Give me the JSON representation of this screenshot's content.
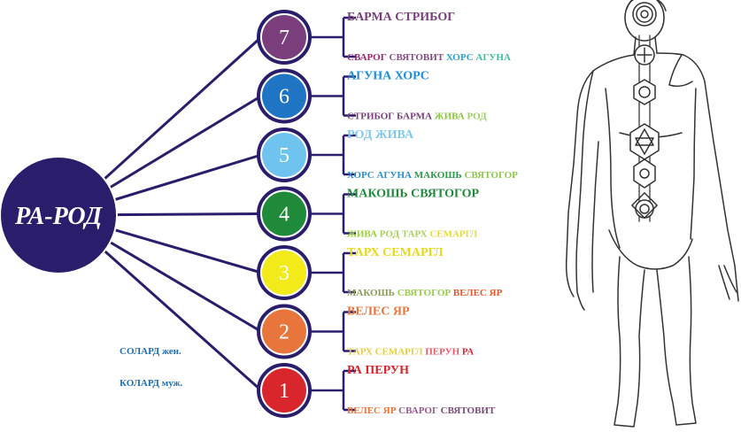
{
  "root": {
    "label": "РА-РОД",
    "color": "#2a1d6b"
  },
  "line_color": "#2a1d6b",
  "legend": [
    "СОЛАРД жен.",
    "КОЛАРД муж."
  ],
  "chakras": [
    {
      "number": "7",
      "color": "#7a3e7c",
      "title": [
        {
          "text": "БАРМА СТРИБОГ",
          "color": "#7a3e7c"
        }
      ],
      "subtitle": [
        {
          "text": "СВАРОГ",
          "color": "#a02670"
        },
        {
          "text": "СВЯТОВИТ",
          "color": "#8a4a86"
        },
        {
          "text": "ХОРС",
          "color": "#2aa0d8"
        },
        {
          "text": "АГУНА",
          "color": "#3fbf9f"
        }
      ]
    },
    {
      "number": "6",
      "color": "#1f74c4",
      "title": [
        {
          "text": "АГУНА ХОРС",
          "color": "#1a8fd8"
        }
      ],
      "subtitle": [
        {
          "text": "СТРИБОГ БАРМА",
          "color": "#7a3e7c"
        },
        {
          "text": "ЖИВА",
          "color": "#8cc63f"
        },
        {
          "text": "РОД",
          "color": "#9ccf5a"
        }
      ]
    },
    {
      "number": "5",
      "color": "#6ec4ee",
      "title": [
        {
          "text": "РОД ЖИВА",
          "color": "#7fc8ee"
        }
      ],
      "subtitle": [
        {
          "text": "ХОРС АГУНА",
          "color": "#2a8fcf"
        },
        {
          "text": "МАКОШЬ",
          "color": "#2f9a4a"
        },
        {
          "text": "СВЯТОГОР",
          "color": "#8dc84a"
        }
      ]
    },
    {
      "number": "4",
      "color": "#1e8a3a",
      "title": [
        {
          "text": "МАКОШЬ СВЯТОГОР",
          "color": "#1e8a3a"
        }
      ],
      "subtitle": [
        {
          "text": "ЖИВА",
          "color": "#9ad032"
        },
        {
          "text": "РОД ТАРХ",
          "color": "#a9cf5f"
        },
        {
          "text": "СЕМАРГЛ",
          "color": "#e4dc3a"
        }
      ]
    },
    {
      "number": "3",
      "color": "#f3ea1a",
      "title": [
        {
          "text": "ТАРХ СЕМАРГЛ",
          "color": "#e8d81a"
        }
      ],
      "subtitle": [
        {
          "text": "МАКОШЬ",
          "color": "#8a9a5a"
        },
        {
          "text": "СВЯТОГОР",
          "color": "#9acb4a"
        },
        {
          "text": "ВЕЛЕС ЯР",
          "color": "#e05a2a"
        }
      ]
    },
    {
      "number": "2",
      "color": "#e8763c",
      "title": [
        {
          "text": "ВЕЛЕС ЯР",
          "color": "#e8763c"
        }
      ],
      "subtitle": [
        {
          "text": "ТАРХ",
          "color": "#e6c94a"
        },
        {
          "text": "СЕМАРГЛ",
          "color": "#e6cf3a"
        },
        {
          "text": "ПЕРУН",
          "color": "#e25b6a"
        },
        {
          "text": "РА",
          "color": "#d7263a"
        }
      ]
    },
    {
      "number": "1",
      "color": "#d8262c",
      "title": [
        {
          "text": "РА ПЕРУН",
          "color": "#d8262c"
        }
      ],
      "subtitle": [
        {
          "text": "ВЕЛЕС ЯР",
          "color": "#e8763c"
        },
        {
          "text": "СВАРОГ",
          "color": "#9a5a8a"
        },
        {
          "text": "СВЯТОВИТ",
          "color": "#7a4a7a"
        }
      ]
    }
  ]
}
